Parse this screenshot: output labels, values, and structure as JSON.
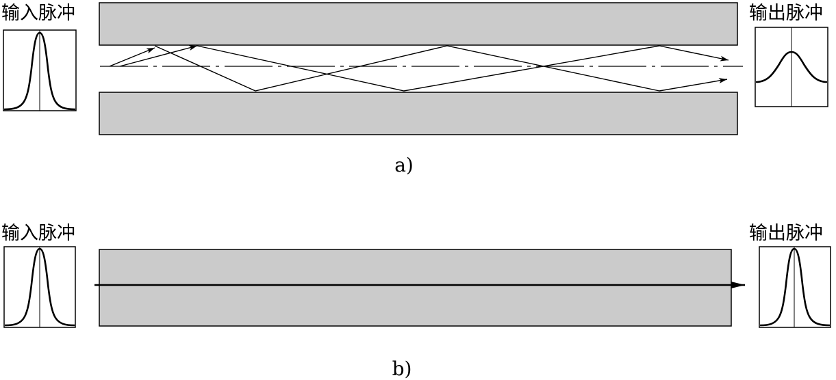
{
  "panel_a": {
    "input_label": "输入脉冲",
    "output_label": "输出脉冲",
    "caption": "a)"
  },
  "panel_b": {
    "input_label": "输入脉冲",
    "output_label": "输出脉冲",
    "caption": "b)"
  }
}
